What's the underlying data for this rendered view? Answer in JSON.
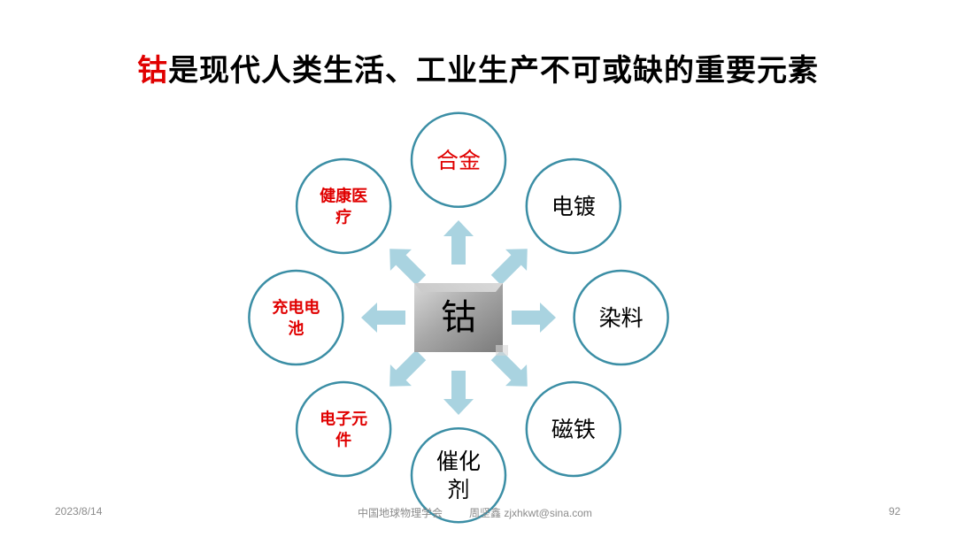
{
  "title": {
    "highlight": "钴",
    "rest": "是现代人类生活、工业生产不可或缺的重要元素"
  },
  "center": {
    "label": "钴"
  },
  "nodes": [
    {
      "lines": [
        "合金"
      ],
      "color": "#e00000",
      "bold": false
    },
    {
      "lines": [
        "电镀"
      ],
      "color": "#000000",
      "bold": false
    },
    {
      "lines": [
        "染料"
      ],
      "color": "#000000",
      "bold": false
    },
    {
      "lines": [
        "磁铁"
      ],
      "color": "#000000",
      "bold": false
    },
    {
      "lines": [
        "催化",
        "剂"
      ],
      "color": "#000000",
      "bold": false
    },
    {
      "lines": [
        "电子元",
        "件"
      ],
      "color": "#e00000",
      "bold": true
    },
    {
      "lines": [
        "充电电",
        "池"
      ],
      "color": "#e00000",
      "bold": true
    },
    {
      "lines": [
        "健康医",
        "疗"
      ],
      "color": "#e00000",
      "bold": true
    }
  ],
  "footer": {
    "date": "2023/8/14",
    "center": "中国地球物理学会",
    "author": "周坚鑫 zjxhkwt@sina.com",
    "page": "92"
  },
  "colors": {
    "circle_stroke": "#3b8ea5",
    "arrow_fill": "#a9d3e0",
    "accent": "#e00000"
  }
}
